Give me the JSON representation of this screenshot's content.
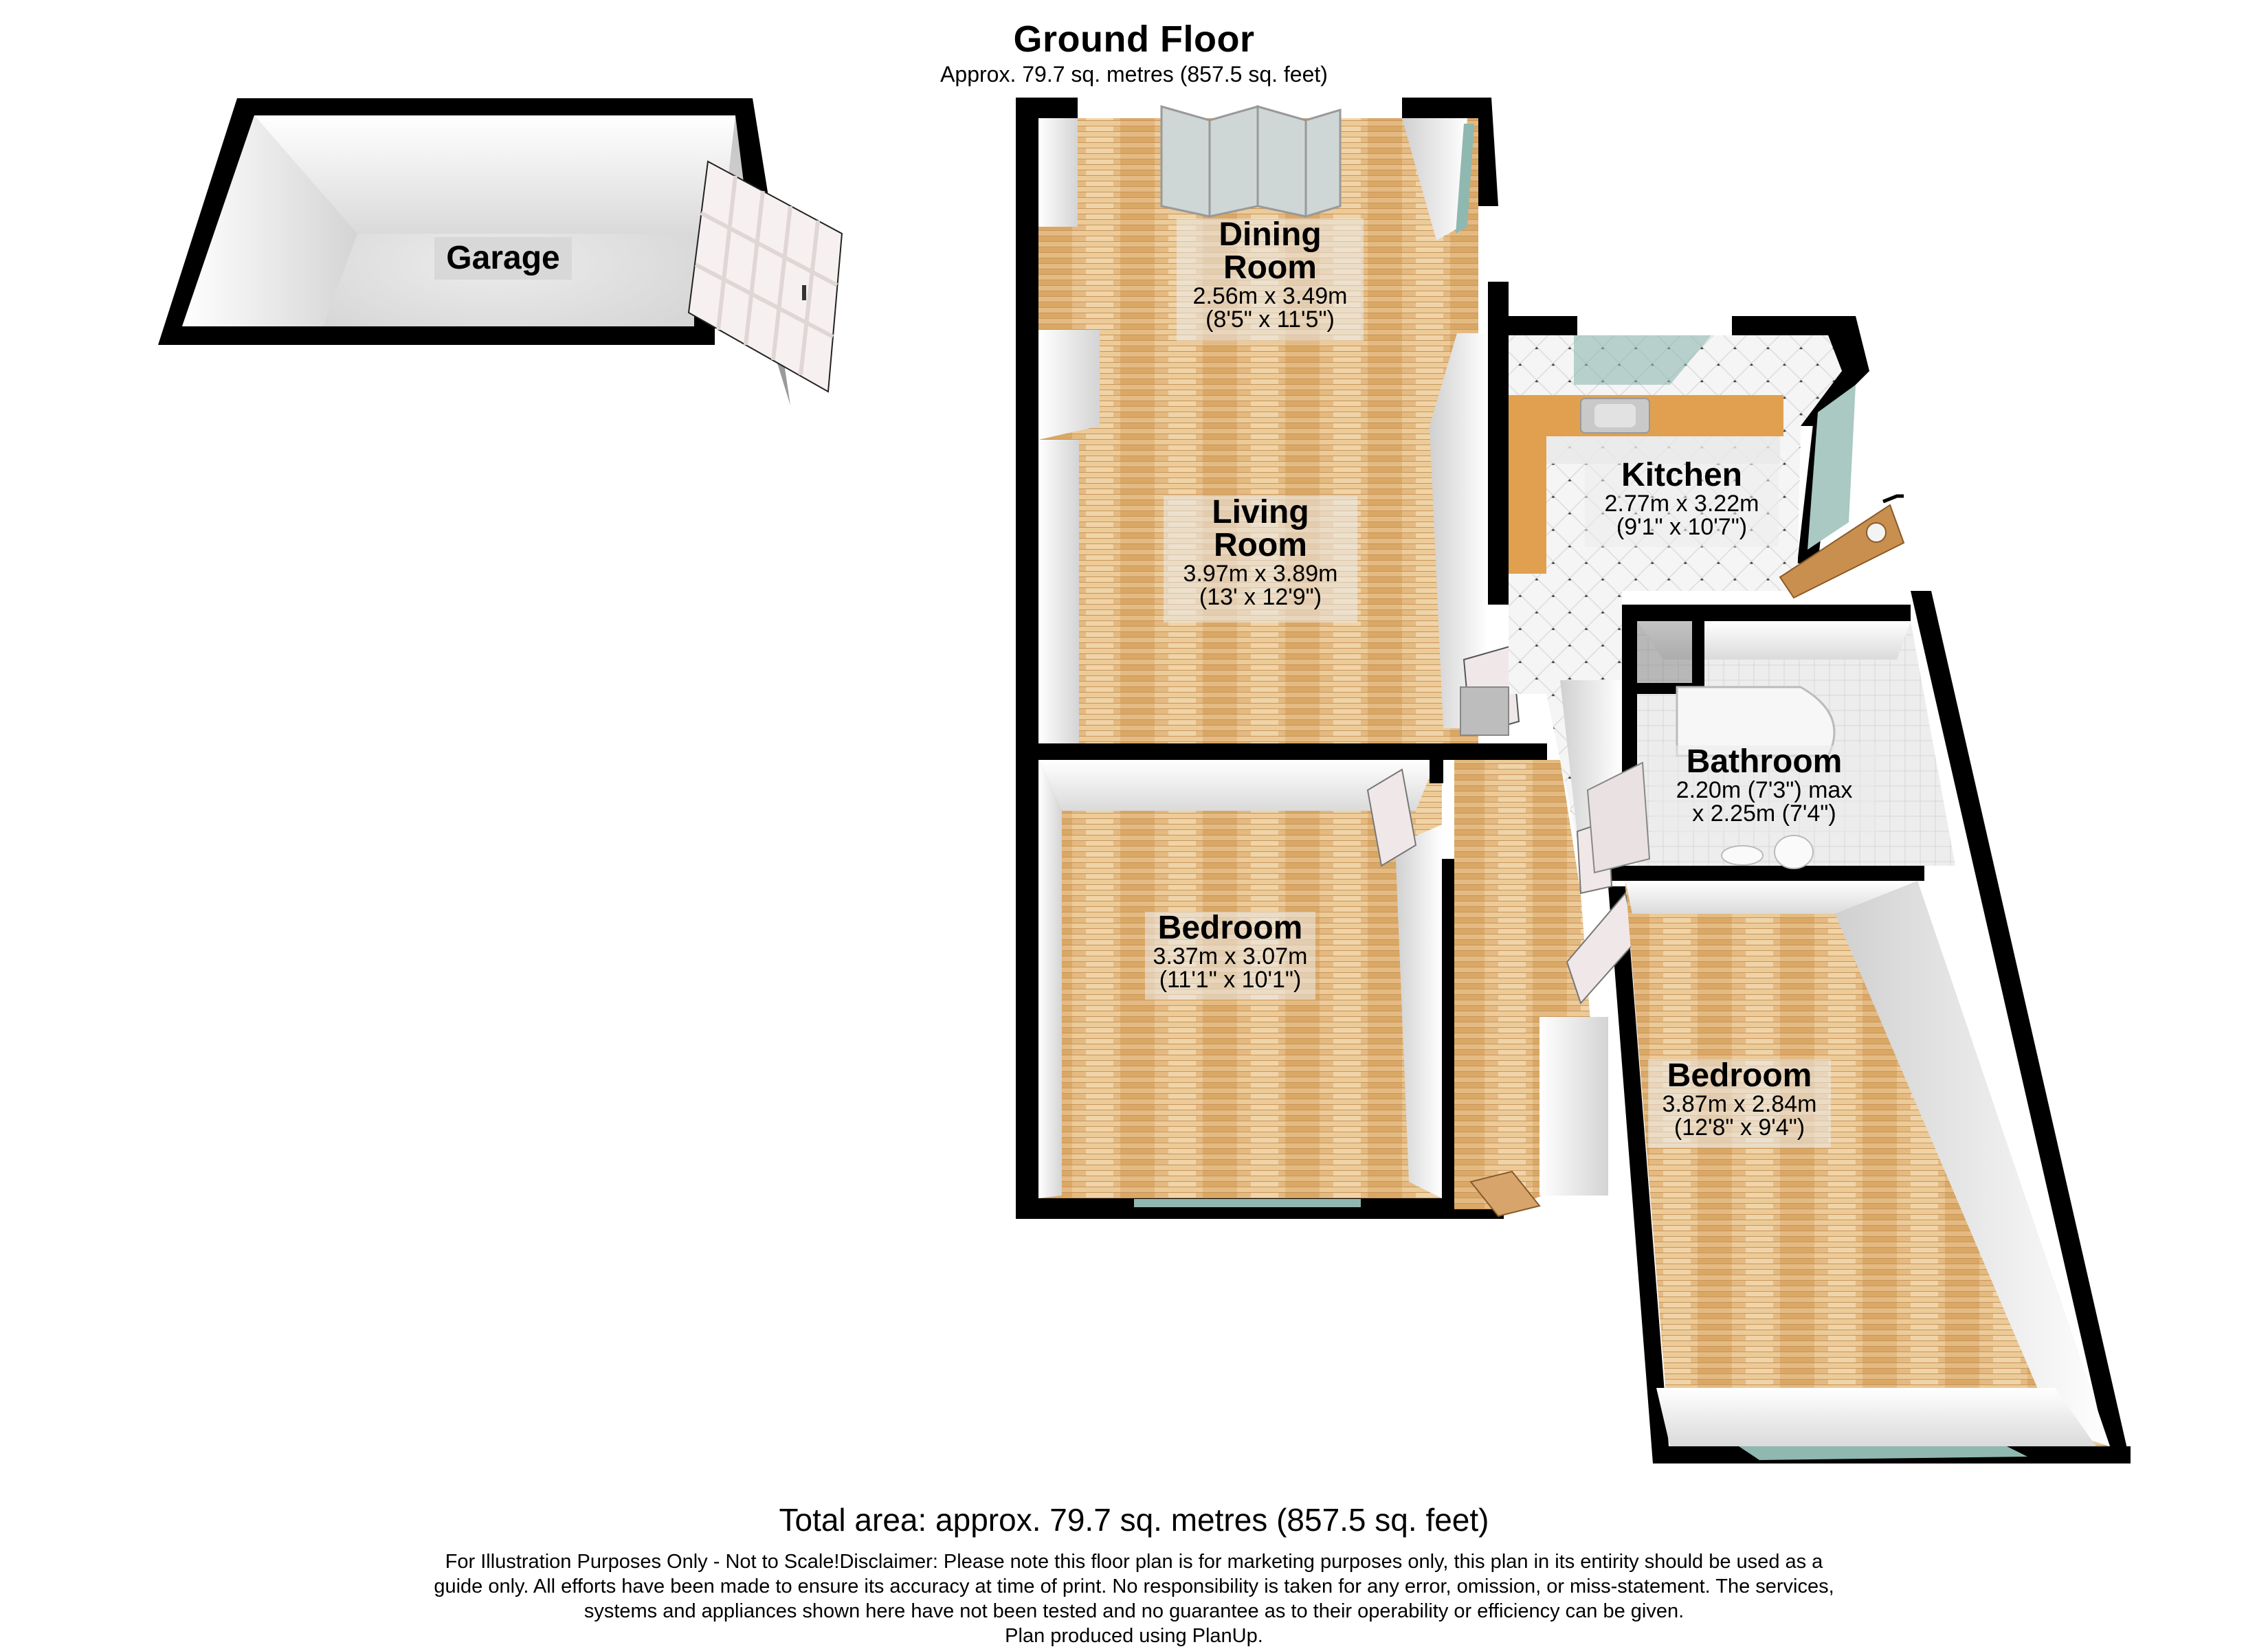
{
  "header": {
    "title": "Ground Floor",
    "area": "Approx. 79.7 sq. metres (857.5 sq. feet)"
  },
  "rooms": {
    "garage": {
      "name": "Garage"
    },
    "dining": {
      "name_line1": "Dining",
      "name_line2": "Room",
      "metric": "2.56m x 3.49m",
      "imperial": "(8'5\" x 11'5\")"
    },
    "living": {
      "name_line1": "Living",
      "name_line2": "Room",
      "metric": "3.97m x 3.89m",
      "imperial": "(13' x 12'9\")"
    },
    "kitchen": {
      "name": "Kitchen",
      "metric": "2.77m x 3.22m",
      "imperial": "(9'1\" x 10'7\")"
    },
    "bathroom": {
      "name": "Bathroom",
      "line1": "2.20m (7'3\") max",
      "line2": "x 2.25m (7'4\")"
    },
    "bedroom1": {
      "name": "Bedroom",
      "metric": "3.37m x 3.07m",
      "imperial": "(11'1\" x 10'1\")"
    },
    "bedroom2": {
      "name": "Bedroom",
      "metric": "3.87m x 2.84m",
      "imperial": "(12'8\" x 9'4\")"
    }
  },
  "colors": {
    "wall": "#000000",
    "floor_wood": "#e2b77e",
    "floor_wood_dark": "#d4a062",
    "inner_wall": "#f2f2f2",
    "wall_shadow": "#cfcfcf",
    "glass": "#8fb8b0",
    "kitchen_counter": "#e0a050",
    "kitchen_tile": "#f4f4f4",
    "bath_tile": "#e9e9e9",
    "garage_floor": "#e3e3e3",
    "door_wood": "#c98f4f",
    "door_white": "#f0e8e8"
  },
  "footer": {
    "total": "Total area: approx. 79.7 sq. metres (857.5 sq. feet)",
    "disclaimer_line1": "For Illustration Purposes Only - Not to Scale!Disclaimer: Please note this floor plan is for marketing purposes only, this plan in its entirity should be used as a",
    "disclaimer_line2": "guide only. All efforts have been made to ensure its accuracy at time of print. No responsibility is taken for any error, omission, or miss-statement. The services,",
    "disclaimer_line3": "systems and appliances shown here have not been tested and no guarantee as to their operability or efficiency can be given.",
    "credit": "Plan produced using PlanUp."
  }
}
